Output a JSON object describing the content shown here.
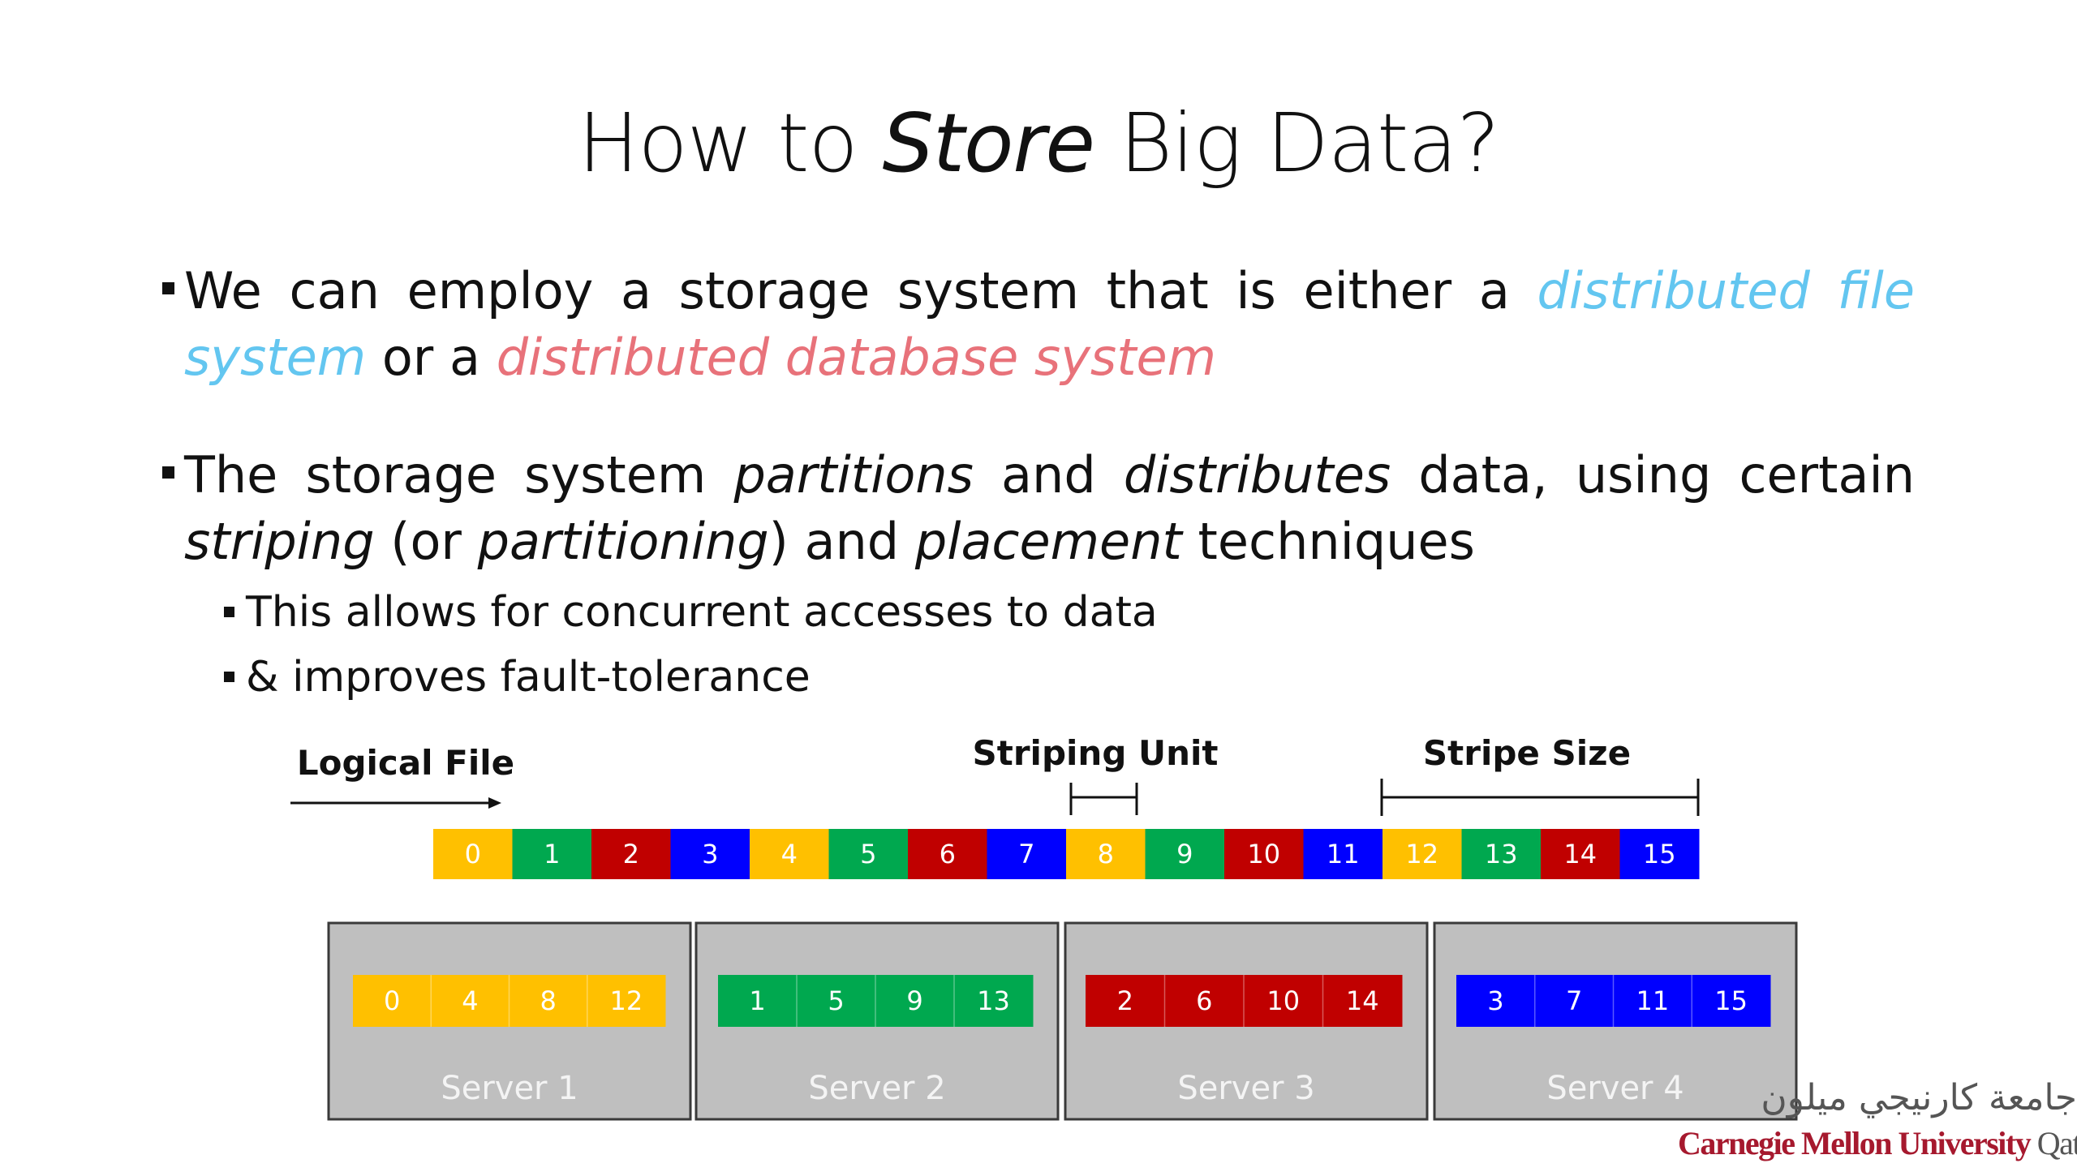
{
  "title": {
    "before": "How to ",
    "italic": "Store",
    "after": " Big Data?"
  },
  "bullets": [
    {
      "parts": [
        {
          "text": "We can employ a storage system that is either a ",
          "italic": false,
          "color": ""
        },
        {
          "text": "distributed file system",
          "italic": true,
          "color": "#63c6f0"
        },
        {
          "text": " or a ",
          "italic": false,
          "color": ""
        },
        {
          "text": "distributed database system",
          "italic": true,
          "color": "#e8727a"
        }
      ]
    },
    {
      "parts": [
        {
          "text": "The storage system ",
          "italic": false
        },
        {
          "text": "partitions",
          "italic": true
        },
        {
          "text": " and ",
          "italic": false
        },
        {
          "text": "distributes",
          "italic": true
        },
        {
          "text": " data, using certain ",
          "italic": false
        },
        {
          "text": "striping",
          "italic": true
        },
        {
          "text": " (or ",
          "italic": false
        },
        {
          "text": "partitioning",
          "italic": true
        },
        {
          "text": ") and ",
          "italic": false
        },
        {
          "text": "placement",
          "italic": true
        },
        {
          "text": " techniques",
          "italic": false
        }
      ],
      "sub_bullets": [
        "This allows for concurrent accesses to data",
        "& improves fault-tolerance"
      ]
    }
  ],
  "diagram": {
    "logical_file_label": "Logical File",
    "striping_unit_label": "Striping Unit",
    "stripe_size_label": "Stripe Size",
    "colors": [
      "#ffc000",
      "#00a84f",
      "#c00000",
      "#0000ff"
    ],
    "blocks": [
      "0",
      "1",
      "2",
      "3",
      "4",
      "5",
      "6",
      "7",
      "8",
      "9",
      "10",
      "11",
      "12",
      "13",
      "14",
      "15"
    ],
    "servers": [
      {
        "label": "Server 1",
        "blocks": [
          "0",
          "4",
          "8",
          "12"
        ]
      },
      {
        "label": "Server 2",
        "blocks": [
          "1",
          "5",
          "9",
          "13"
        ]
      },
      {
        "label": "Server 3",
        "blocks": [
          "2",
          "6",
          "10",
          "14"
        ]
      },
      {
        "label": "Server 4",
        "blocks": [
          "3",
          "7",
          "11",
          "15"
        ]
      }
    ]
  },
  "logo": {
    "arabic": "جامعة كارنيجي ميلون",
    "name": "Carnegie Mellon University",
    "campus": "Qatar"
  }
}
